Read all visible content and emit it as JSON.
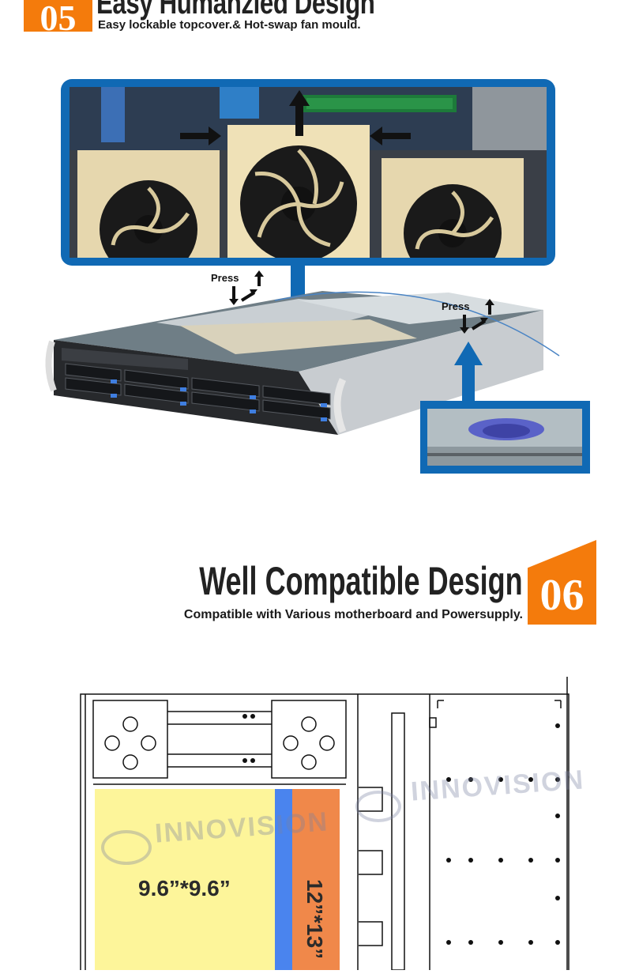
{
  "section05": {
    "number": "05",
    "title": "Easy Humanzied Design",
    "subtitle": "Easy lockable topcover.& Hot-swap fan mould."
  },
  "server_image": {
    "press_label_left": "Press",
    "press_label_right": "Press"
  },
  "section06": {
    "number": "06",
    "title": "Well Compatible Design",
    "subtitle": "Compatible with Various motherboard and Powersupply."
  },
  "drawing": {
    "motherboard_label": "9.6”*9.6”",
    "psu_label": "12”*13”",
    "watermark_left": "INNOVISION",
    "watermark_right": "INNOVISION"
  },
  "colors": {
    "accent_orange": "#f47b0c",
    "frame_blue": "#1069b4",
    "motherboard_yellow": "#fdf59a",
    "psu_orange": "#f0884a",
    "divider_blue": "#4a84ee"
  }
}
